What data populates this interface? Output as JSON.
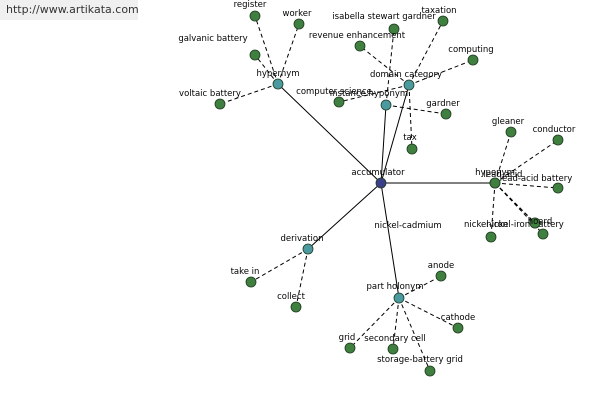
{
  "banner": {
    "url": "http://www.artikata.com"
  },
  "colors": {
    "center": "#3b3f8a",
    "relation": "#4a9aa0",
    "leaf": "#3f7f3f",
    "edge": "#000000"
  },
  "graph": {
    "nodes": [
      {
        "id": "accumulator",
        "label": "accumulator",
        "kind": "center"
      },
      {
        "id": "hypernym-1",
        "label": "hypernym",
        "kind": "relation"
      },
      {
        "id": "domain-category",
        "label": "domain category",
        "kind": "relation"
      },
      {
        "id": "instance-hyponym",
        "label": "instance hyponym",
        "kind": "relation"
      },
      {
        "id": "hyponym-2",
        "label": "hyponym",
        "kind": "relation"
      },
      {
        "id": "derivation",
        "label": "derivation",
        "kind": "relation"
      },
      {
        "id": "part-holonym",
        "label": "part holonym",
        "kind": "relation"
      },
      {
        "id": "register",
        "label": "register",
        "kind": "leaf"
      },
      {
        "id": "worker",
        "label": "worker",
        "kind": "leaf"
      },
      {
        "id": "galvanic-battery",
        "label": "galvanic battery",
        "kind": "leaf"
      },
      {
        "id": "voltaic-battery",
        "label": "voltaic battery",
        "kind": "leaf"
      },
      {
        "id": "computer-science",
        "label": "computer science",
        "kind": "leaf"
      },
      {
        "id": "isabella-stewart-gardner",
        "label": "isabella stewart gardner",
        "kind": "leaf"
      },
      {
        "id": "taxation",
        "label": "taxation",
        "kind": "leaf"
      },
      {
        "id": "revenue-enhancement",
        "label": "revenue enhancement",
        "kind": "leaf"
      },
      {
        "id": "computing",
        "label": "computing",
        "kind": "leaf"
      },
      {
        "id": "gardner",
        "label": "gardner",
        "kind": "leaf"
      },
      {
        "id": "tax",
        "label": "tax",
        "kind": "leaf"
      },
      {
        "id": "gleaner",
        "label": "gleaner",
        "kind": "leaf"
      },
      {
        "id": "conductor",
        "label": "conductor",
        "kind": "leaf"
      },
      {
        "id": "lead-acid-1",
        "label": "lead-acid",
        "kind": "leaf"
      },
      {
        "id": "lead-acid-battery",
        "label": "lead-acid battery",
        "kind": "leaf"
      },
      {
        "id": "nickel-cadmium",
        "label": "nickel-cadmium",
        "kind": "leaf"
      },
      {
        "id": "nickel-iron",
        "label": "nickel-iron",
        "kind": "leaf"
      },
      {
        "id": "nickel-iron-battery",
        "label": "nickel-iron battery",
        "kind": "leaf"
      },
      {
        "id": "hoard",
        "label": "hoard",
        "kind": "leaf"
      },
      {
        "id": "take-in",
        "label": "take in",
        "kind": "leaf"
      },
      {
        "id": "collect",
        "label": "collect",
        "kind": "leaf"
      },
      {
        "id": "anode",
        "label": "anode",
        "kind": "leaf"
      },
      {
        "id": "cathode",
        "label": "cathode",
        "kind": "leaf"
      },
      {
        "id": "grid",
        "label": "grid",
        "kind": "leaf"
      },
      {
        "id": "secondary-cell",
        "label": "secondary cell",
        "kind": "leaf"
      },
      {
        "id": "storage-battery-grid",
        "label": "storage-battery grid",
        "kind": "leaf"
      }
    ],
    "edges": [
      {
        "from": "accumulator",
        "to": "hypernym-1",
        "style": "solid"
      },
      {
        "from": "accumulator",
        "to": "domain-category",
        "style": "solid"
      },
      {
        "from": "accumulator",
        "to": "instance-hyponym",
        "style": "solid"
      },
      {
        "from": "accumulator",
        "to": "hyponym-2",
        "style": "solid"
      },
      {
        "from": "accumulator",
        "to": "derivation",
        "style": "solid"
      },
      {
        "from": "accumulator",
        "to": "part-holonym",
        "style": "solid"
      },
      {
        "from": "hypernym-1",
        "to": "register",
        "style": "dashed"
      },
      {
        "from": "hypernym-1",
        "to": "worker",
        "style": "dashed"
      },
      {
        "from": "hypernym-1",
        "to": "galvanic-battery",
        "style": "dashed"
      },
      {
        "from": "hypernym-1",
        "to": "voltaic-battery",
        "style": "dashed"
      },
      {
        "from": "domain-category",
        "to": "computer-science",
        "style": "dashed"
      },
      {
        "from": "domain-category",
        "to": "taxation",
        "style": "dashed"
      },
      {
        "from": "domain-category",
        "to": "revenue-enhancement",
        "style": "dashed"
      },
      {
        "from": "domain-category",
        "to": "computing",
        "style": "dashed"
      },
      {
        "from": "domain-category",
        "to": "tax",
        "style": "dashed"
      },
      {
        "from": "instance-hyponym",
        "to": "isabella-stewart-gardner",
        "style": "dashed"
      },
      {
        "from": "instance-hyponym",
        "to": "gardner",
        "style": "dashed"
      },
      {
        "from": "hyponym-2",
        "to": "gleaner",
        "style": "dashed"
      },
      {
        "from": "hyponym-2",
        "to": "conductor",
        "style": "dashed"
      },
      {
        "from": "hyponym-2",
        "to": "lead-acid-battery",
        "style": "dashed"
      },
      {
        "from": "hyponym-2",
        "to": "nickel-cadmium",
        "style": "dashed"
      },
      {
        "from": "hyponym-2",
        "to": "nickel-iron",
        "style": "dashed"
      },
      {
        "from": "hyponym-2",
        "to": "nickel-iron-battery",
        "style": "dashed"
      },
      {
        "from": "hyponym-2",
        "to": "hoard",
        "style": "dashed"
      },
      {
        "from": "derivation",
        "to": "take-in",
        "style": "dashed"
      },
      {
        "from": "derivation",
        "to": "collect",
        "style": "dashed"
      },
      {
        "from": "part-holonym",
        "to": "anode",
        "style": "dashed"
      },
      {
        "from": "part-holonym",
        "to": "cathode",
        "style": "dashed"
      },
      {
        "from": "part-holonym",
        "to": "grid",
        "style": "dashed"
      },
      {
        "from": "part-holonym",
        "to": "secondary-cell",
        "style": "dashed"
      },
      {
        "from": "part-holonym",
        "to": "storage-battery-grid",
        "style": "dashed"
      }
    ]
  }
}
